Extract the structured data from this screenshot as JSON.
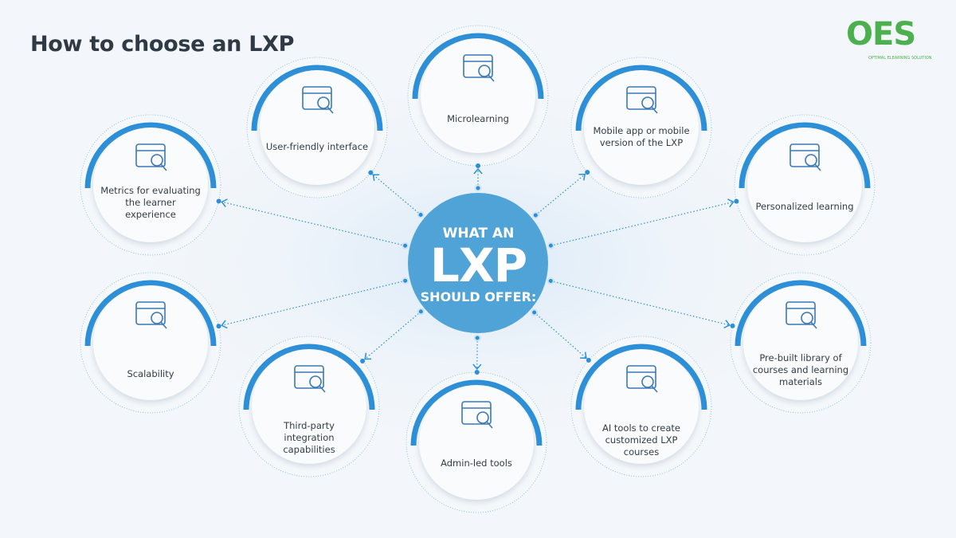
{
  "title": "How to choose an LXP",
  "logo": {
    "text": "OES",
    "tagline": "OPTIMAL ELEARNING SOLUTION"
  },
  "colors": {
    "accent": "#2b8fd8",
    "center": "#4fa3d7",
    "logo": "#4cb04f",
    "title": "#2f3a45"
  },
  "center": {
    "line1": "WHAT AN",
    "line2": "LXP",
    "line3": "SHOULD OFFER:"
  },
  "nodes": [
    {
      "label": "Metrics for evaluating the learner experience",
      "icon": "chart-magnifier-icon"
    },
    {
      "label": "User-friendly interface",
      "icon": "browser-cursor-icon"
    },
    {
      "label": "Microlearning",
      "icon": "magnifier-graduation-cap-icon"
    },
    {
      "label": "Mobile app or mobile version of the LXP",
      "icon": "hand-phone-icon"
    },
    {
      "label": "Personalized learning",
      "icon": "user-gears-arrows-icon"
    },
    {
      "label": "Scalability",
      "icon": "gear-expand-icon"
    },
    {
      "label": "Third-party integration capabilities",
      "icon": "globe-network-icon"
    },
    {
      "label": "Admin-led tools",
      "icon": "hand-sliders-icon"
    },
    {
      "label": "AI tools to create customized LXP courses",
      "icon": "brain-bulb-icon"
    },
    {
      "label": "Pre-built library of courses and learning materials",
      "icon": "library-window-icon"
    }
  ]
}
